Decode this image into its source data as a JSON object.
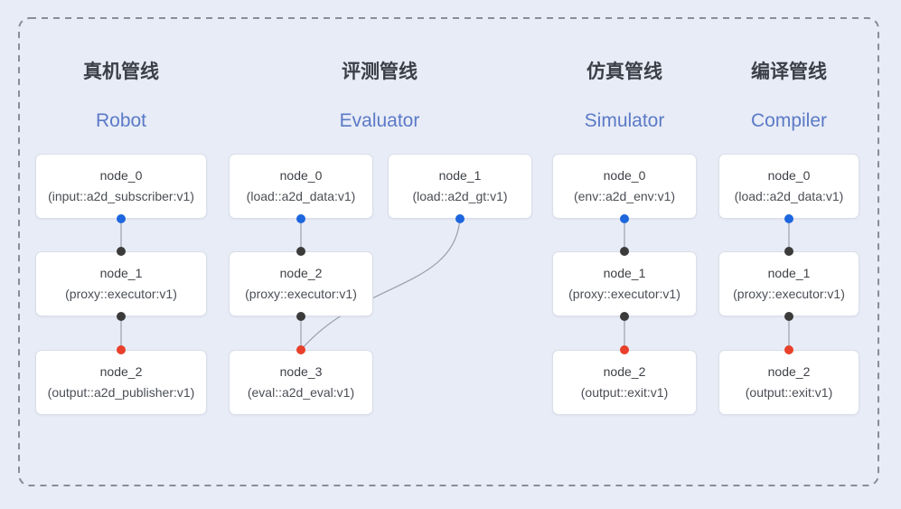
{
  "diagram": {
    "pipelines": [
      {
        "title_zh": "真机管线",
        "title_en": "Robot",
        "nodes": [
          {
            "name": "node_0",
            "type": "(input::a2d_subscriber:v1)"
          },
          {
            "name": "node_1",
            "type": "(proxy::executor:v1)"
          },
          {
            "name": "node_2",
            "type": "(output::a2d_publisher:v1)"
          }
        ]
      },
      {
        "title_zh": "评测管线",
        "title_en": "Evaluator",
        "nodes": [
          {
            "name": "node_0",
            "type": "(load::a2d_data:v1)"
          },
          {
            "name": "node_1",
            "type": "(load::a2d_gt:v1)"
          },
          {
            "name": "node_2",
            "type": "(proxy::executor:v1)"
          },
          {
            "name": "node_3",
            "type": "(eval::a2d_eval:v1)"
          }
        ]
      },
      {
        "title_zh": "仿真管线",
        "title_en": "Simulator",
        "nodes": [
          {
            "name": "node_0",
            "type": "(env::a2d_env:v1)"
          },
          {
            "name": "node_1",
            "type": "(proxy::executor:v1)"
          },
          {
            "name": "node_2",
            "type": "(output::exit:v1)"
          }
        ]
      },
      {
        "title_zh": "编译管线",
        "title_en": "Compiler",
        "nodes": [
          {
            "name": "node_0",
            "type": "(load::a2d_data:v1)"
          },
          {
            "name": "node_1",
            "type": "(proxy::executor:v1)"
          },
          {
            "name": "node_2",
            "type": "(output::exit:v1)"
          }
        ]
      }
    ],
    "colors": {
      "background": "#e8ecf7",
      "node_bg": "#ffffff",
      "node_border": "#d9dee8",
      "node_text": "#3e4146",
      "node_subtext": "#4a4e54",
      "title_text": "#3b4048",
      "subtitle_text": "#5b7ac6",
      "port_blue": "#1d66dd",
      "port_dark": "#3b3b3b",
      "port_red": "#e8402a",
      "edge": "#98a0ac",
      "frame_dash": "#878d99"
    }
  }
}
